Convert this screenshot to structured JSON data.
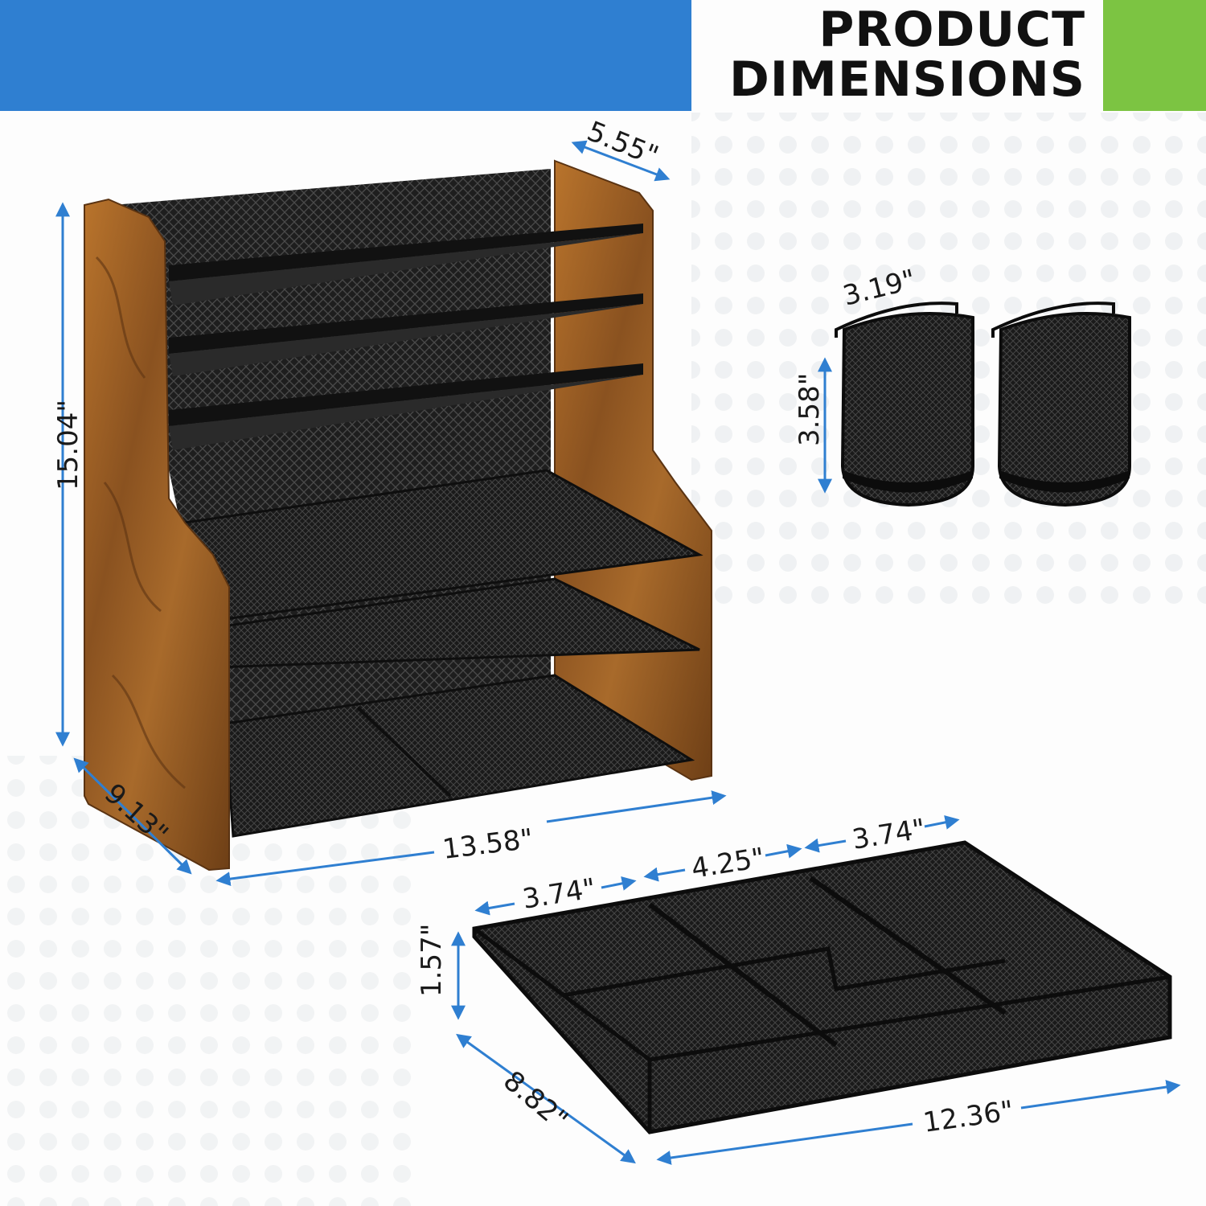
{
  "header": {
    "title_line1": "PRODUCT",
    "title_line2": "DIMENSIONS",
    "colors": {
      "blue_band": "#2f7fd1",
      "green_band": "#7cc442",
      "text": "#111111",
      "arrow": "#2f7fd1"
    }
  },
  "organizer": {
    "depth_top": "5.55\"",
    "height": "15.04\"",
    "depth_bottom": "9.13\"",
    "width": "13.58\""
  },
  "cups": {
    "width": "3.19\"",
    "height": "3.58\""
  },
  "tray": {
    "section_left": "3.74\"",
    "section_middle": "4.25\"",
    "section_right": "3.74\"",
    "height": "1.57\"",
    "depth": "8.82\"",
    "width": "12.36\""
  }
}
